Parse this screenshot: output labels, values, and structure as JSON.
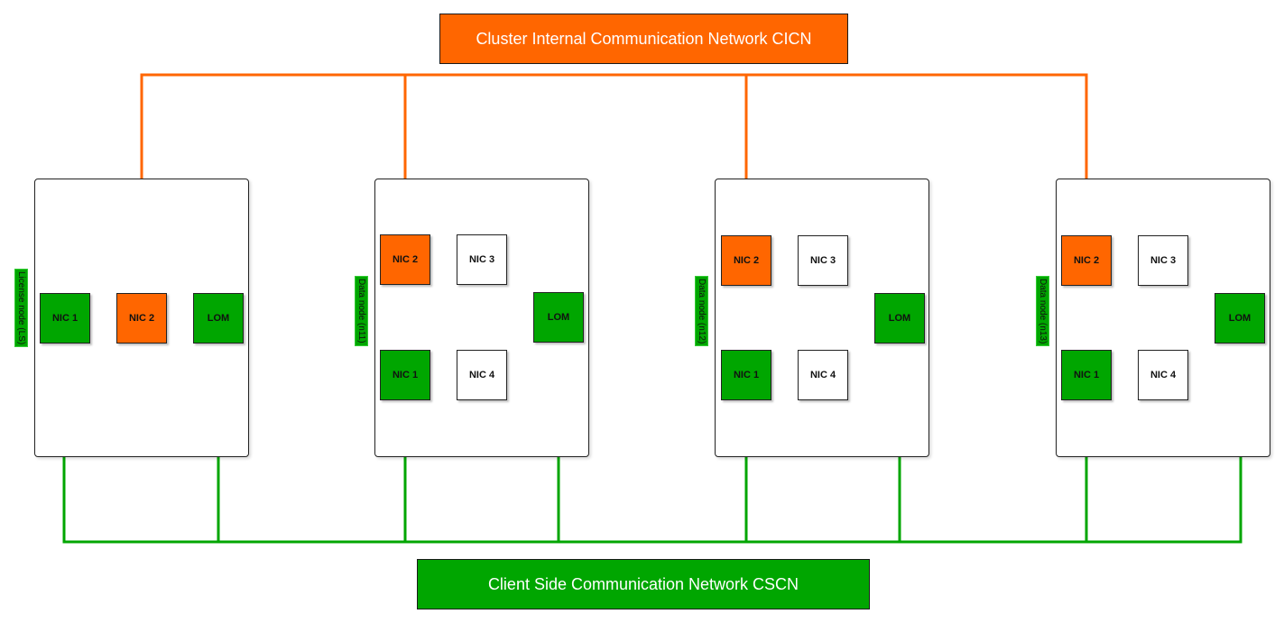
{
  "colors": {
    "cicn": "#ff6600",
    "cscn": "#00a600",
    "unused_nic": "#ffffff"
  },
  "networks": {
    "cicn": {
      "label": "Cluster Internal Communication Network CICN"
    },
    "cscn": {
      "label": "Client Side Communication Network CSCN"
    }
  },
  "nodes": [
    {
      "label": "License node (LS)",
      "ports": [
        "NIC 1",
        "NIC 2",
        "LOM"
      ]
    },
    {
      "label": "Data node (n11)",
      "ports": [
        "NIC 2",
        "NIC 3",
        "NIC 1",
        "NIC 4",
        "LOM"
      ]
    },
    {
      "label": "Data node (n12)",
      "ports": [
        "NIC 2",
        "NIC 3",
        "NIC 1",
        "NIC 4",
        "LOM"
      ]
    },
    {
      "label": "Data node (n13)",
      "ports": [
        "NIC 2",
        "NIC 3",
        "NIC 1",
        "NIC 4",
        "LOM"
      ]
    }
  ],
  "connections": {
    "cicn": [
      "LS NIC 2",
      "n11 NIC 2",
      "n12 NIC 2",
      "n13 NIC 2"
    ],
    "cscn": [
      "LS NIC 1",
      "LS LOM",
      "n11 NIC 1",
      "n11 LOM",
      "n12 NIC 1",
      "n12 LOM",
      "n13 NIC 1",
      "n13 LOM"
    ]
  }
}
